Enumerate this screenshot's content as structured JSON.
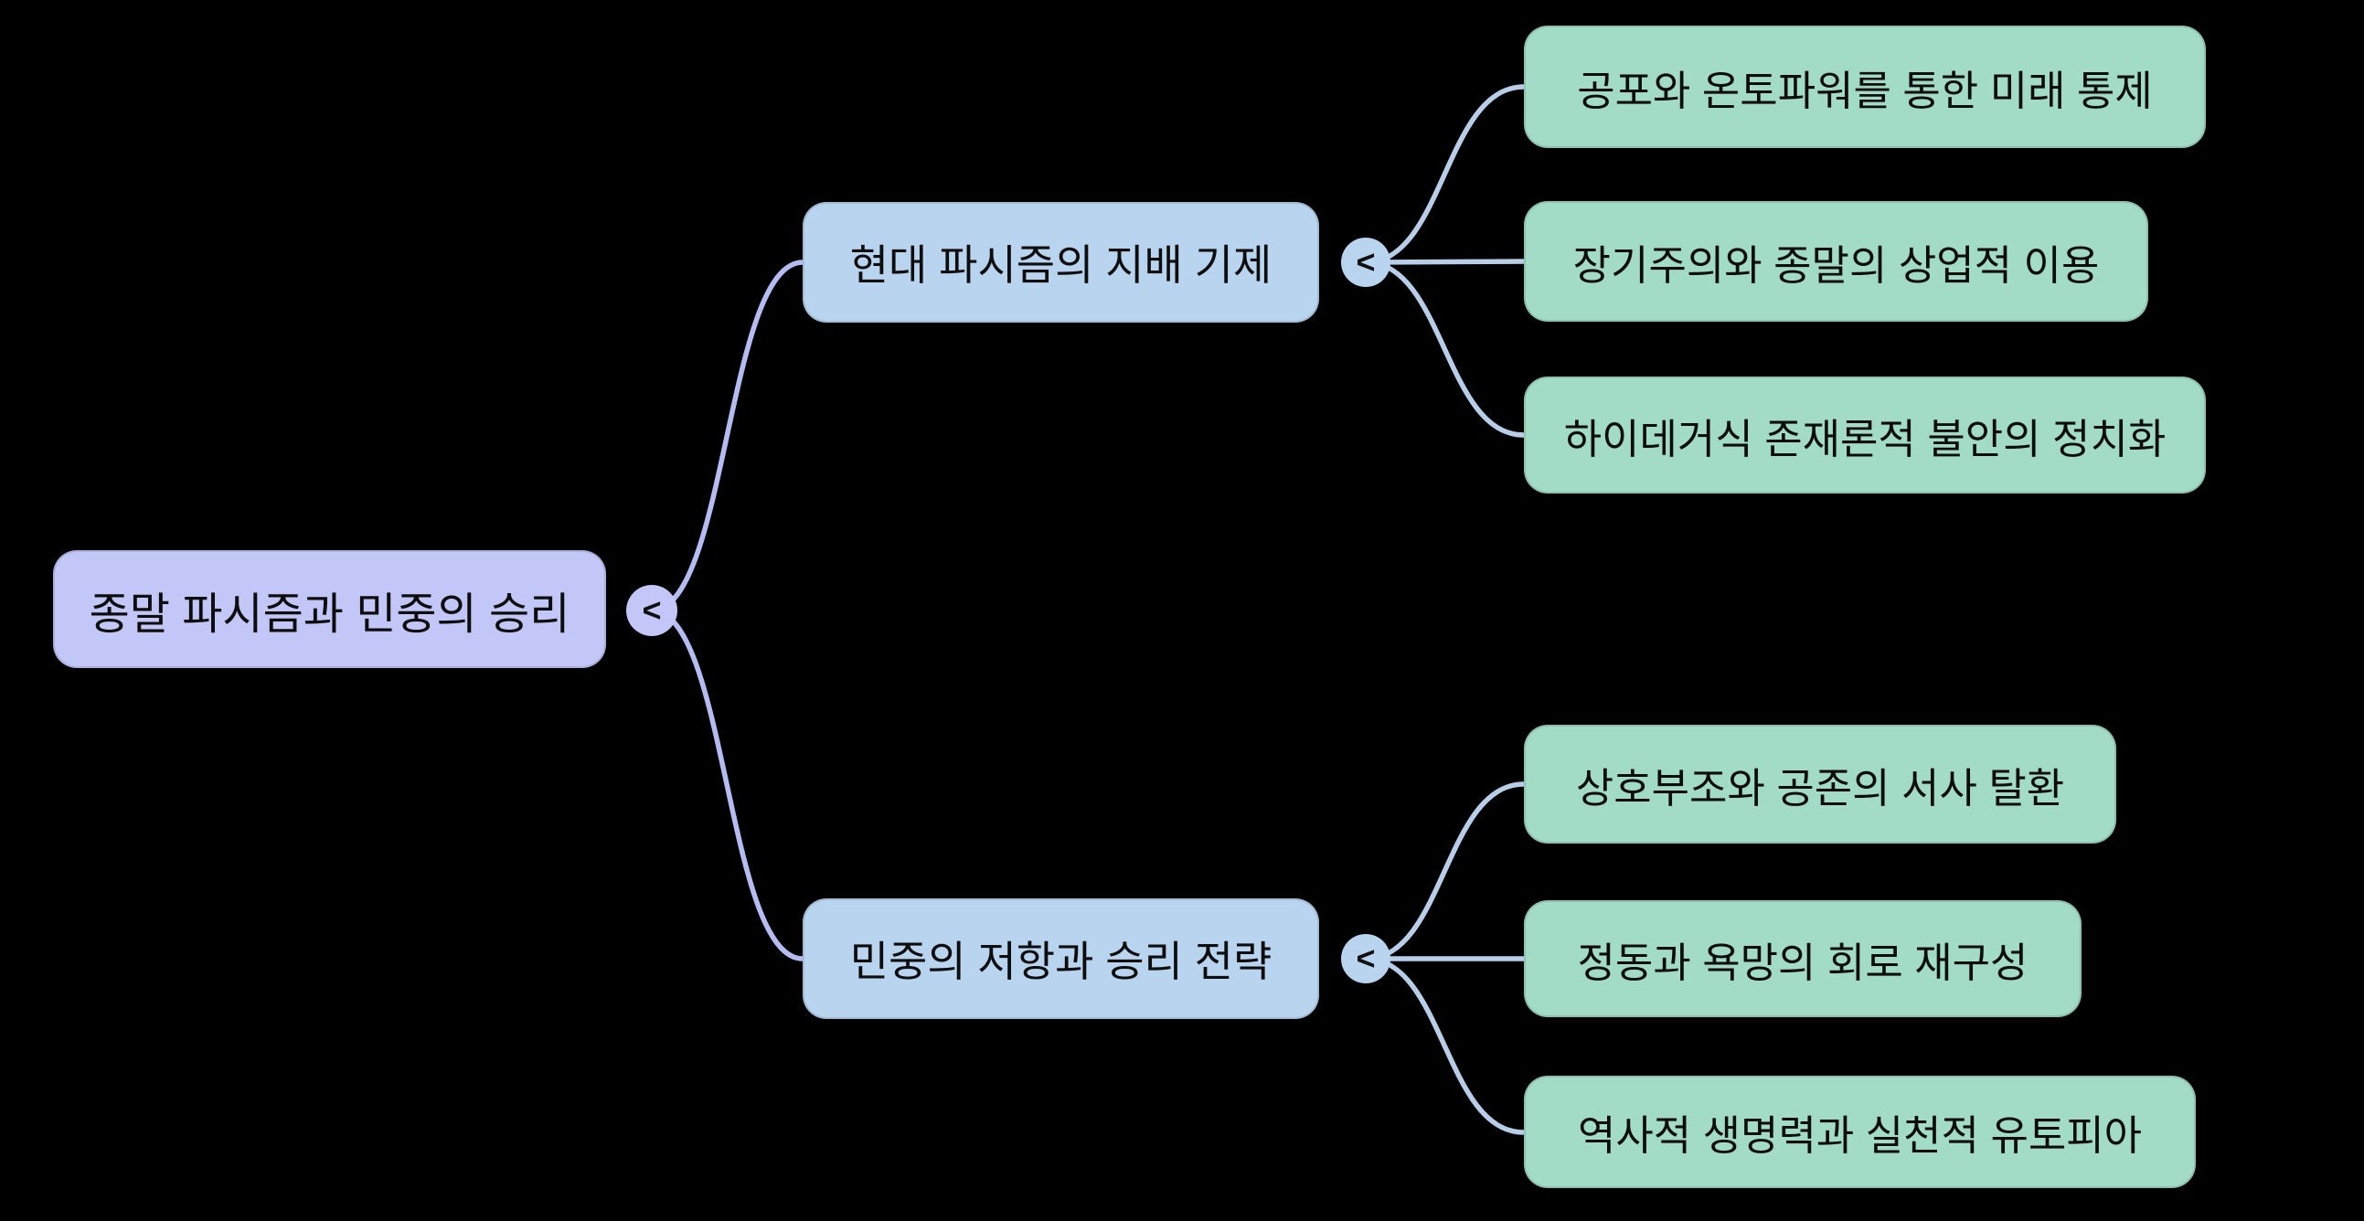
{
  "colors": {
    "background": "#000000",
    "text": "#0d0d0d",
    "root_fill": "#c2c7f8",
    "root_link": "#b5bcf2",
    "branch_fill": "#b9d4ef",
    "branch_link": "#b8cee8",
    "leaf_fill": "#a2dbc6"
  },
  "mindmap": {
    "toggle_glyph": "<",
    "root": {
      "label": "종말 파시즘과 민중의 승리"
    },
    "branches": [
      {
        "label": "현대 파시즘의 지배 기제",
        "children": [
          {
            "label": "공포와 온토파워를 통한 미래 통제"
          },
          {
            "label": "장기주의와 종말의 상업적 이용"
          },
          {
            "label": "하이데거식 존재론적 불안의 정치화"
          }
        ]
      },
      {
        "label": "민중의 저항과 승리 전략",
        "children": [
          {
            "label": "상호부조와 공존의 서사 탈환"
          },
          {
            "label": "정동과 욕망의 회로 재구성"
          },
          {
            "label": "역사적 생명력과 실천적 유토피아"
          }
        ]
      }
    ]
  }
}
